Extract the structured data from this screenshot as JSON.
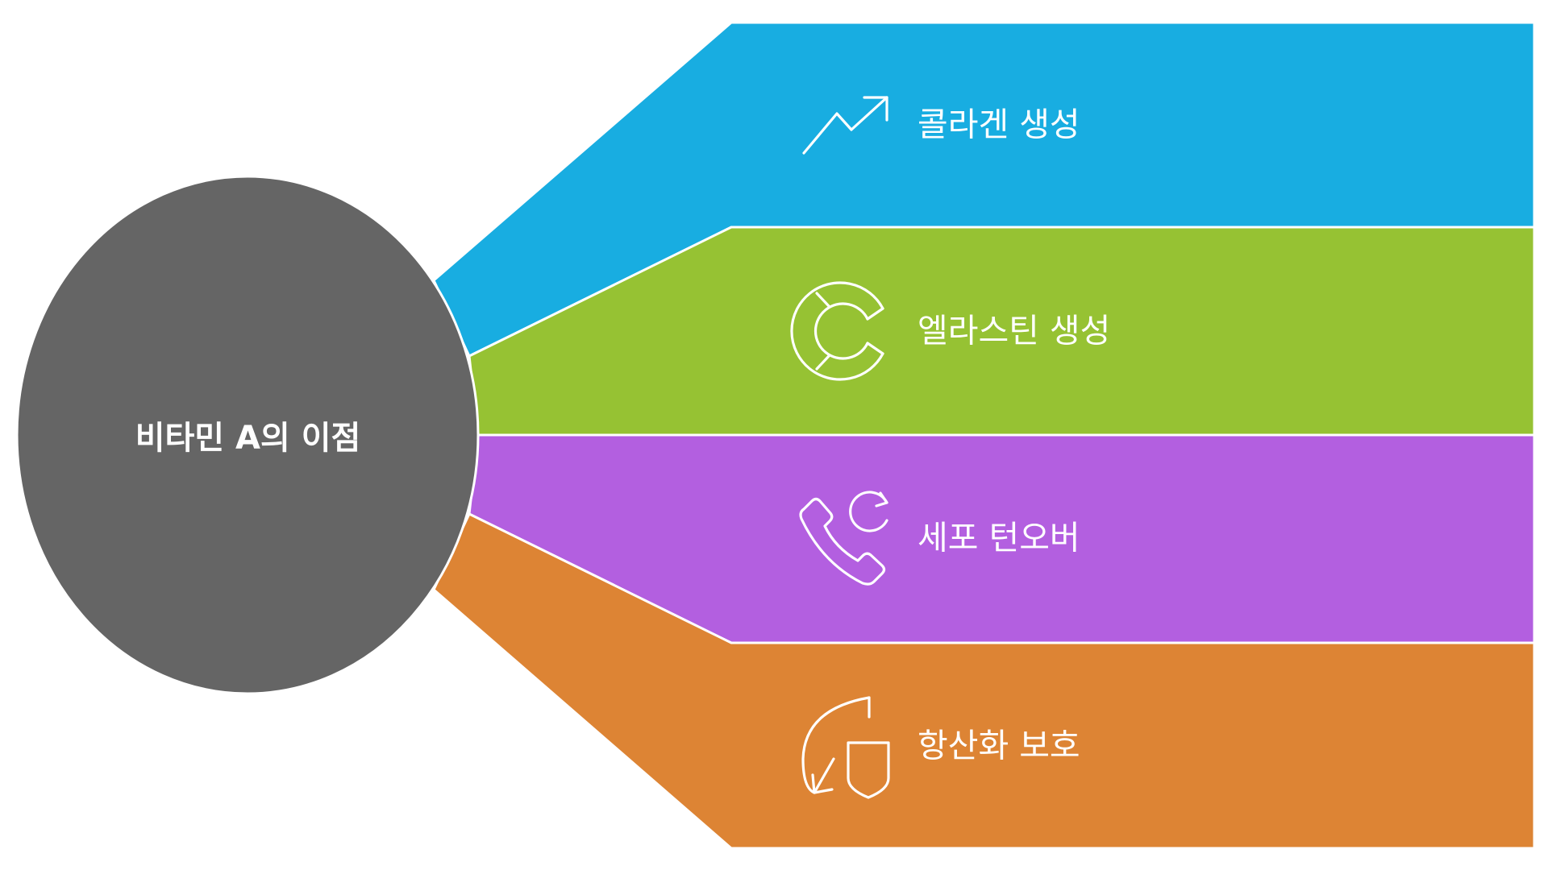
{
  "title": "비타민 A의 이점",
  "center": {
    "label": "비타민 A의 이점",
    "color": "#656565"
  },
  "branches": [
    {
      "label": "콜라겐 생성",
      "icon": "trending-up-icon",
      "color": "#18ade1"
    },
    {
      "label": "엘라스틴 생성",
      "icon": "segmented-c-icon",
      "color": "#96c233"
    },
    {
      "label": "세포 턴오버",
      "icon": "phone-refresh-icon",
      "color": "#b35fe0"
    },
    {
      "label": "항산화 보호",
      "icon": "shield-arrow-icon",
      "color": "#dd8434"
    }
  ]
}
